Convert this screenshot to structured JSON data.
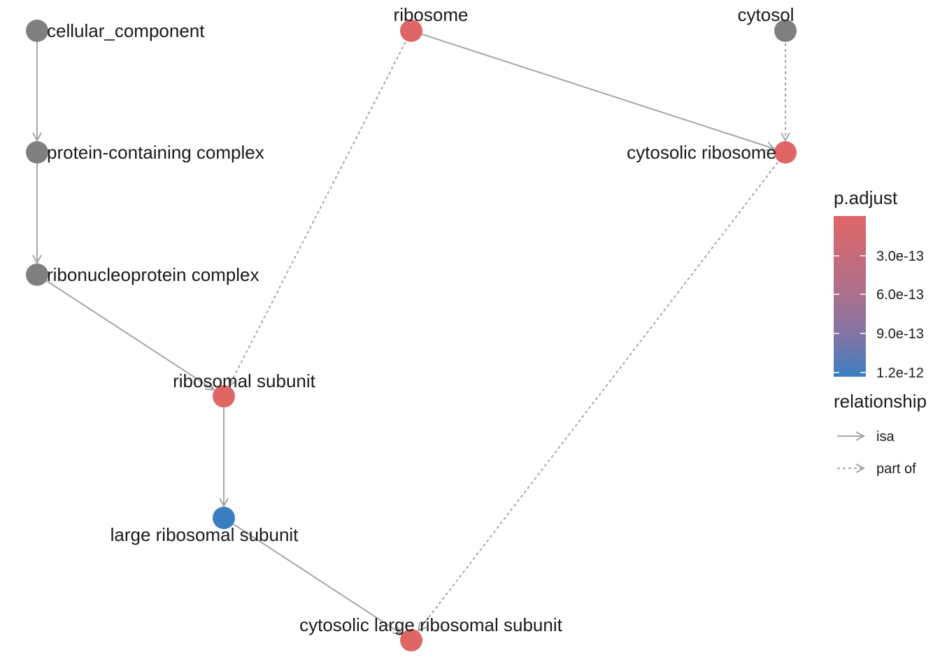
{
  "colors": {
    "edge": "#a6a6a6",
    "grey_node": "#7f7f7f",
    "low_padj": "#e06666",
    "mid_padj": "#8f76a3",
    "high_padj": "#3a7ebf"
  },
  "nodes": [
    {
      "id": "cellular_component",
      "label": "cellular_component",
      "color": "#7f7f7f"
    },
    {
      "id": "protein_containing_complex",
      "label": "protein-containing complex",
      "color": "#7f7f7f"
    },
    {
      "id": "ribonucleoprotein_complex",
      "label": "ribonucleoprotein complex",
      "color": "#7f7f7f"
    },
    {
      "id": "ribosomal_subunit",
      "label": "ribosomal subunit",
      "color": "#e06666"
    },
    {
      "id": "large_ribosomal_subunit",
      "label": "large ribosomal subunit",
      "color": "#3a7ebf"
    },
    {
      "id": "cytosolic_large_ribosomal_subunit",
      "label": "cytosolic large ribosomal subunit",
      "color": "#e06666"
    },
    {
      "id": "ribosome",
      "label": "ribosome",
      "color": "#e06666"
    },
    {
      "id": "cytosol",
      "label": "cytosol",
      "color": "#7f7f7f"
    },
    {
      "id": "cytosolic_ribosome",
      "label": "cytosolic ribosome",
      "color": "#e06666"
    }
  ],
  "edges": [
    {
      "from": "cellular_component",
      "to": "protein_containing_complex",
      "relationship": "isa"
    },
    {
      "from": "protein_containing_complex",
      "to": "ribonucleoprotein_complex",
      "relationship": "isa"
    },
    {
      "from": "ribonucleoprotein_complex",
      "to": "ribosomal_subunit",
      "relationship": "isa"
    },
    {
      "from": "ribosomal_subunit",
      "to": "large_ribosomal_subunit",
      "relationship": "isa"
    },
    {
      "from": "large_ribosomal_subunit",
      "to": "cytosolic_large_ribosomal_subunit",
      "relationship": "isa"
    },
    {
      "from": "ribosome",
      "to": "ribosomal_subunit",
      "relationship": "part of"
    },
    {
      "from": "ribosome",
      "to": "cytosolic_ribosome",
      "relationship": "isa"
    },
    {
      "from": "cytosol",
      "to": "cytosolic_ribosome",
      "relationship": "part of"
    },
    {
      "from": "cytosolic_ribosome",
      "to": "cytosolic_large_ribosomal_subunit",
      "relationship": "part of"
    }
  ],
  "legend": {
    "color_title": "p.adjust",
    "color_ticks": [
      "3.0e-13",
      "6.0e-13",
      "9.0e-13",
      "1.2e-12"
    ],
    "relationship_title": "relationship",
    "relationship_keys": [
      {
        "label": "isa",
        "style": "solid"
      },
      {
        "label": "part of",
        "style": "dashed"
      }
    ]
  }
}
